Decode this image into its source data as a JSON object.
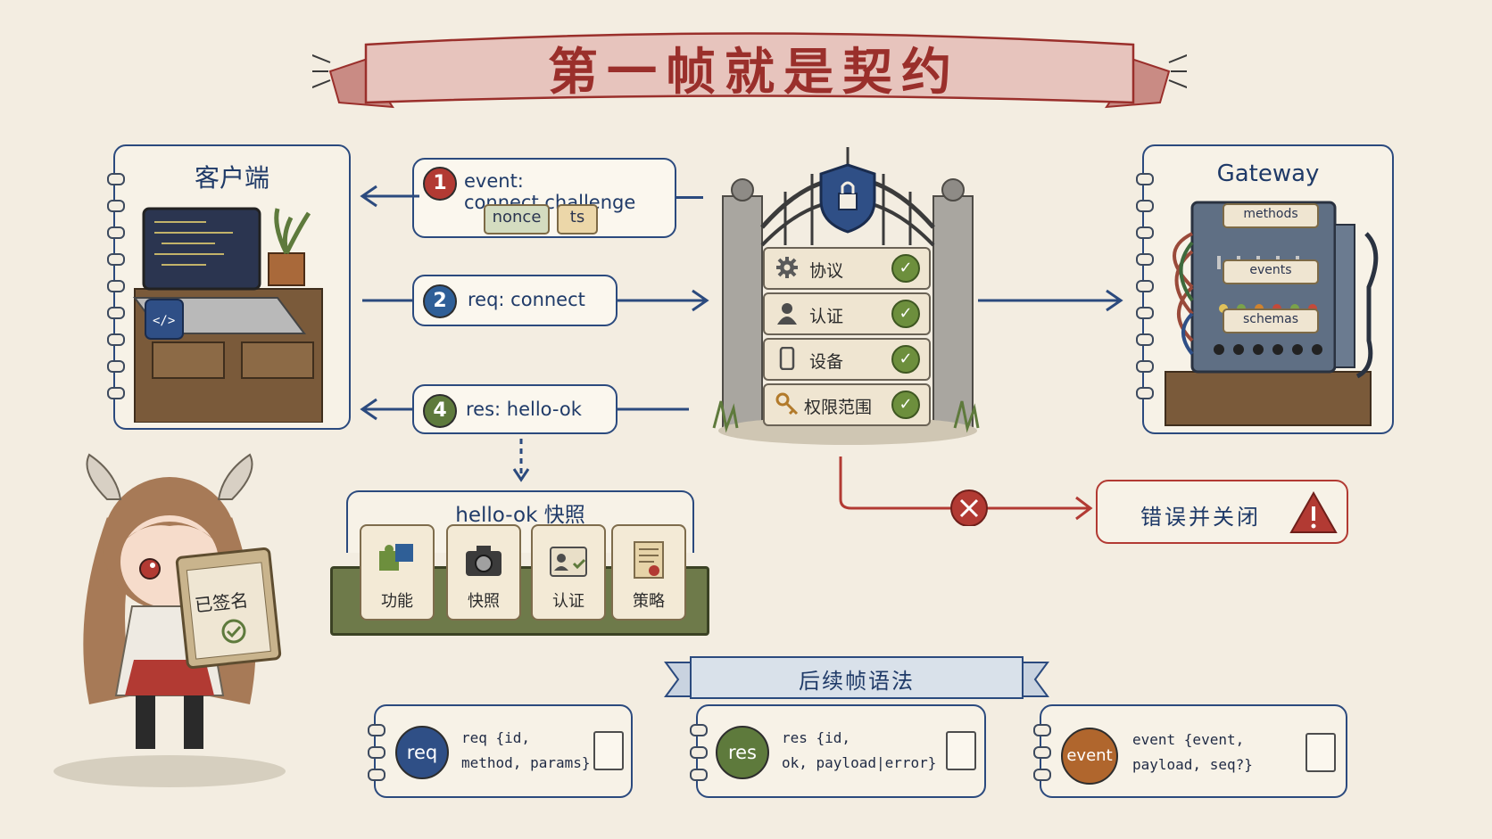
{
  "title": "第一帧就是契约",
  "client": {
    "label": "客户端"
  },
  "gateway": {
    "label": "Gateway",
    "panel_labels": [
      "methods",
      "events",
      "schemas"
    ]
  },
  "steps": [
    {
      "num": "1",
      "text": "event: connect.challenge",
      "tags": [
        "nonce",
        "ts"
      ]
    },
    {
      "num": "2",
      "text": "req: connect"
    },
    {
      "num": "4",
      "text": "res: hello-ok"
    }
  ],
  "gate_checks": [
    "协议",
    "认证",
    "设备",
    "权限范围"
  ],
  "error": {
    "label": "错误并关闭"
  },
  "hello_ok": {
    "title": "hello-ok 快照",
    "items": [
      "功能",
      "快照",
      "认证",
      "策略"
    ]
  },
  "clipboard_text": "已签名",
  "syntax": {
    "banner": "后续帧语法",
    "frames": [
      {
        "badge": "req",
        "code": "req {id,\nmethod, params}",
        "color": "#2f4f86"
      },
      {
        "badge": "res",
        "code": "res {id,\nok, payload|error}",
        "color": "#5e7a3c"
      },
      {
        "badge": "event",
        "code": "event {event,\npayload, seq?}",
        "color": "#b0662d"
      }
    ]
  },
  "colors": {
    "navy": "#2b4a7e",
    "red": "#b23a33",
    "green": "#5e7a3c",
    "orange": "#b0662d"
  }
}
